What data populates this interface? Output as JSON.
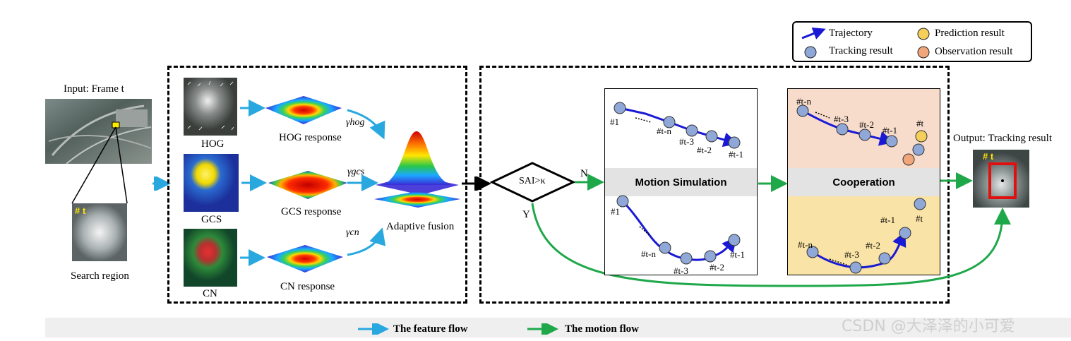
{
  "input": {
    "title": "Input: Frame t",
    "search_tag": "# t",
    "search_label": "Search region"
  },
  "features": {
    "hog": {
      "name": "HOG",
      "response": "HOG response",
      "gamma": "γhog"
    },
    "gcs": {
      "name": "GCS",
      "response": "GCS response",
      "gamma": "γgcs"
    },
    "cn": {
      "name": "CN",
      "response": "CN response",
      "gamma": "γcn"
    },
    "fusion": "Adaptive fusion"
  },
  "decision": {
    "text": "SAI>κ",
    "no": "N",
    "yes": "Y"
  },
  "motion": {
    "title": "Motion Simulation",
    "top_labels": [
      "#1",
      "#t-n",
      "#t-3",
      "#t-2",
      "#t-1"
    ],
    "bottom_labels": [
      "#1",
      "#t-n",
      "#t-3",
      "#t-2",
      "#t-1"
    ]
  },
  "cooperation": {
    "title": "Cooperation",
    "top_labels": [
      "#t-n",
      "#t-3",
      "#t-2",
      "#t-1",
      "#t"
    ],
    "bottom_labels": [
      "#t-n",
      "#t-3",
      "#t-2",
      "#t-1",
      "#t"
    ]
  },
  "output": {
    "title": "Output: Tracking result",
    "tag": "# t"
  },
  "legend": {
    "trajectory": "Trajectory",
    "tracking": "Tracking result",
    "prediction": "Prediction result",
    "observation": "Observation result"
  },
  "bottom_legend": {
    "feature_flow": "The feature flow",
    "motion_flow": "The motion flow"
  },
  "watermark": "CSDN @大泽泽的小可爱",
  "colors": {
    "feature_flow": "#29a8e0",
    "motion_flow": "#1fa84a",
    "trajectory": "#1a1ad6",
    "tracking_node": "#8fa8d8",
    "prediction_node": "#f5cf5a",
    "observation_node": "#f0a57a",
    "cooperation_top_bg": "#f8dccb",
    "cooperation_bottom_bg": "#fae3a6",
    "output_box": "#e01010"
  }
}
